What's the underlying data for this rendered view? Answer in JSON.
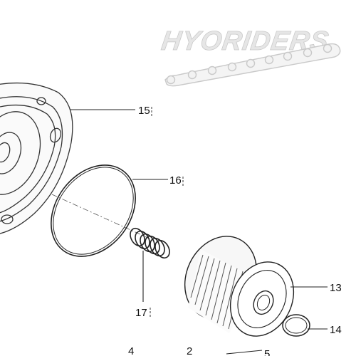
{
  "watermark": {
    "text": "HYORIDERS"
  },
  "callouts": {
    "cover": "15",
    "o_ring": "16",
    "spring": "17",
    "filter": "13",
    "small_o_ring": "14",
    "part_4": "4",
    "part_2": "2",
    "part_5": "5"
  }
}
